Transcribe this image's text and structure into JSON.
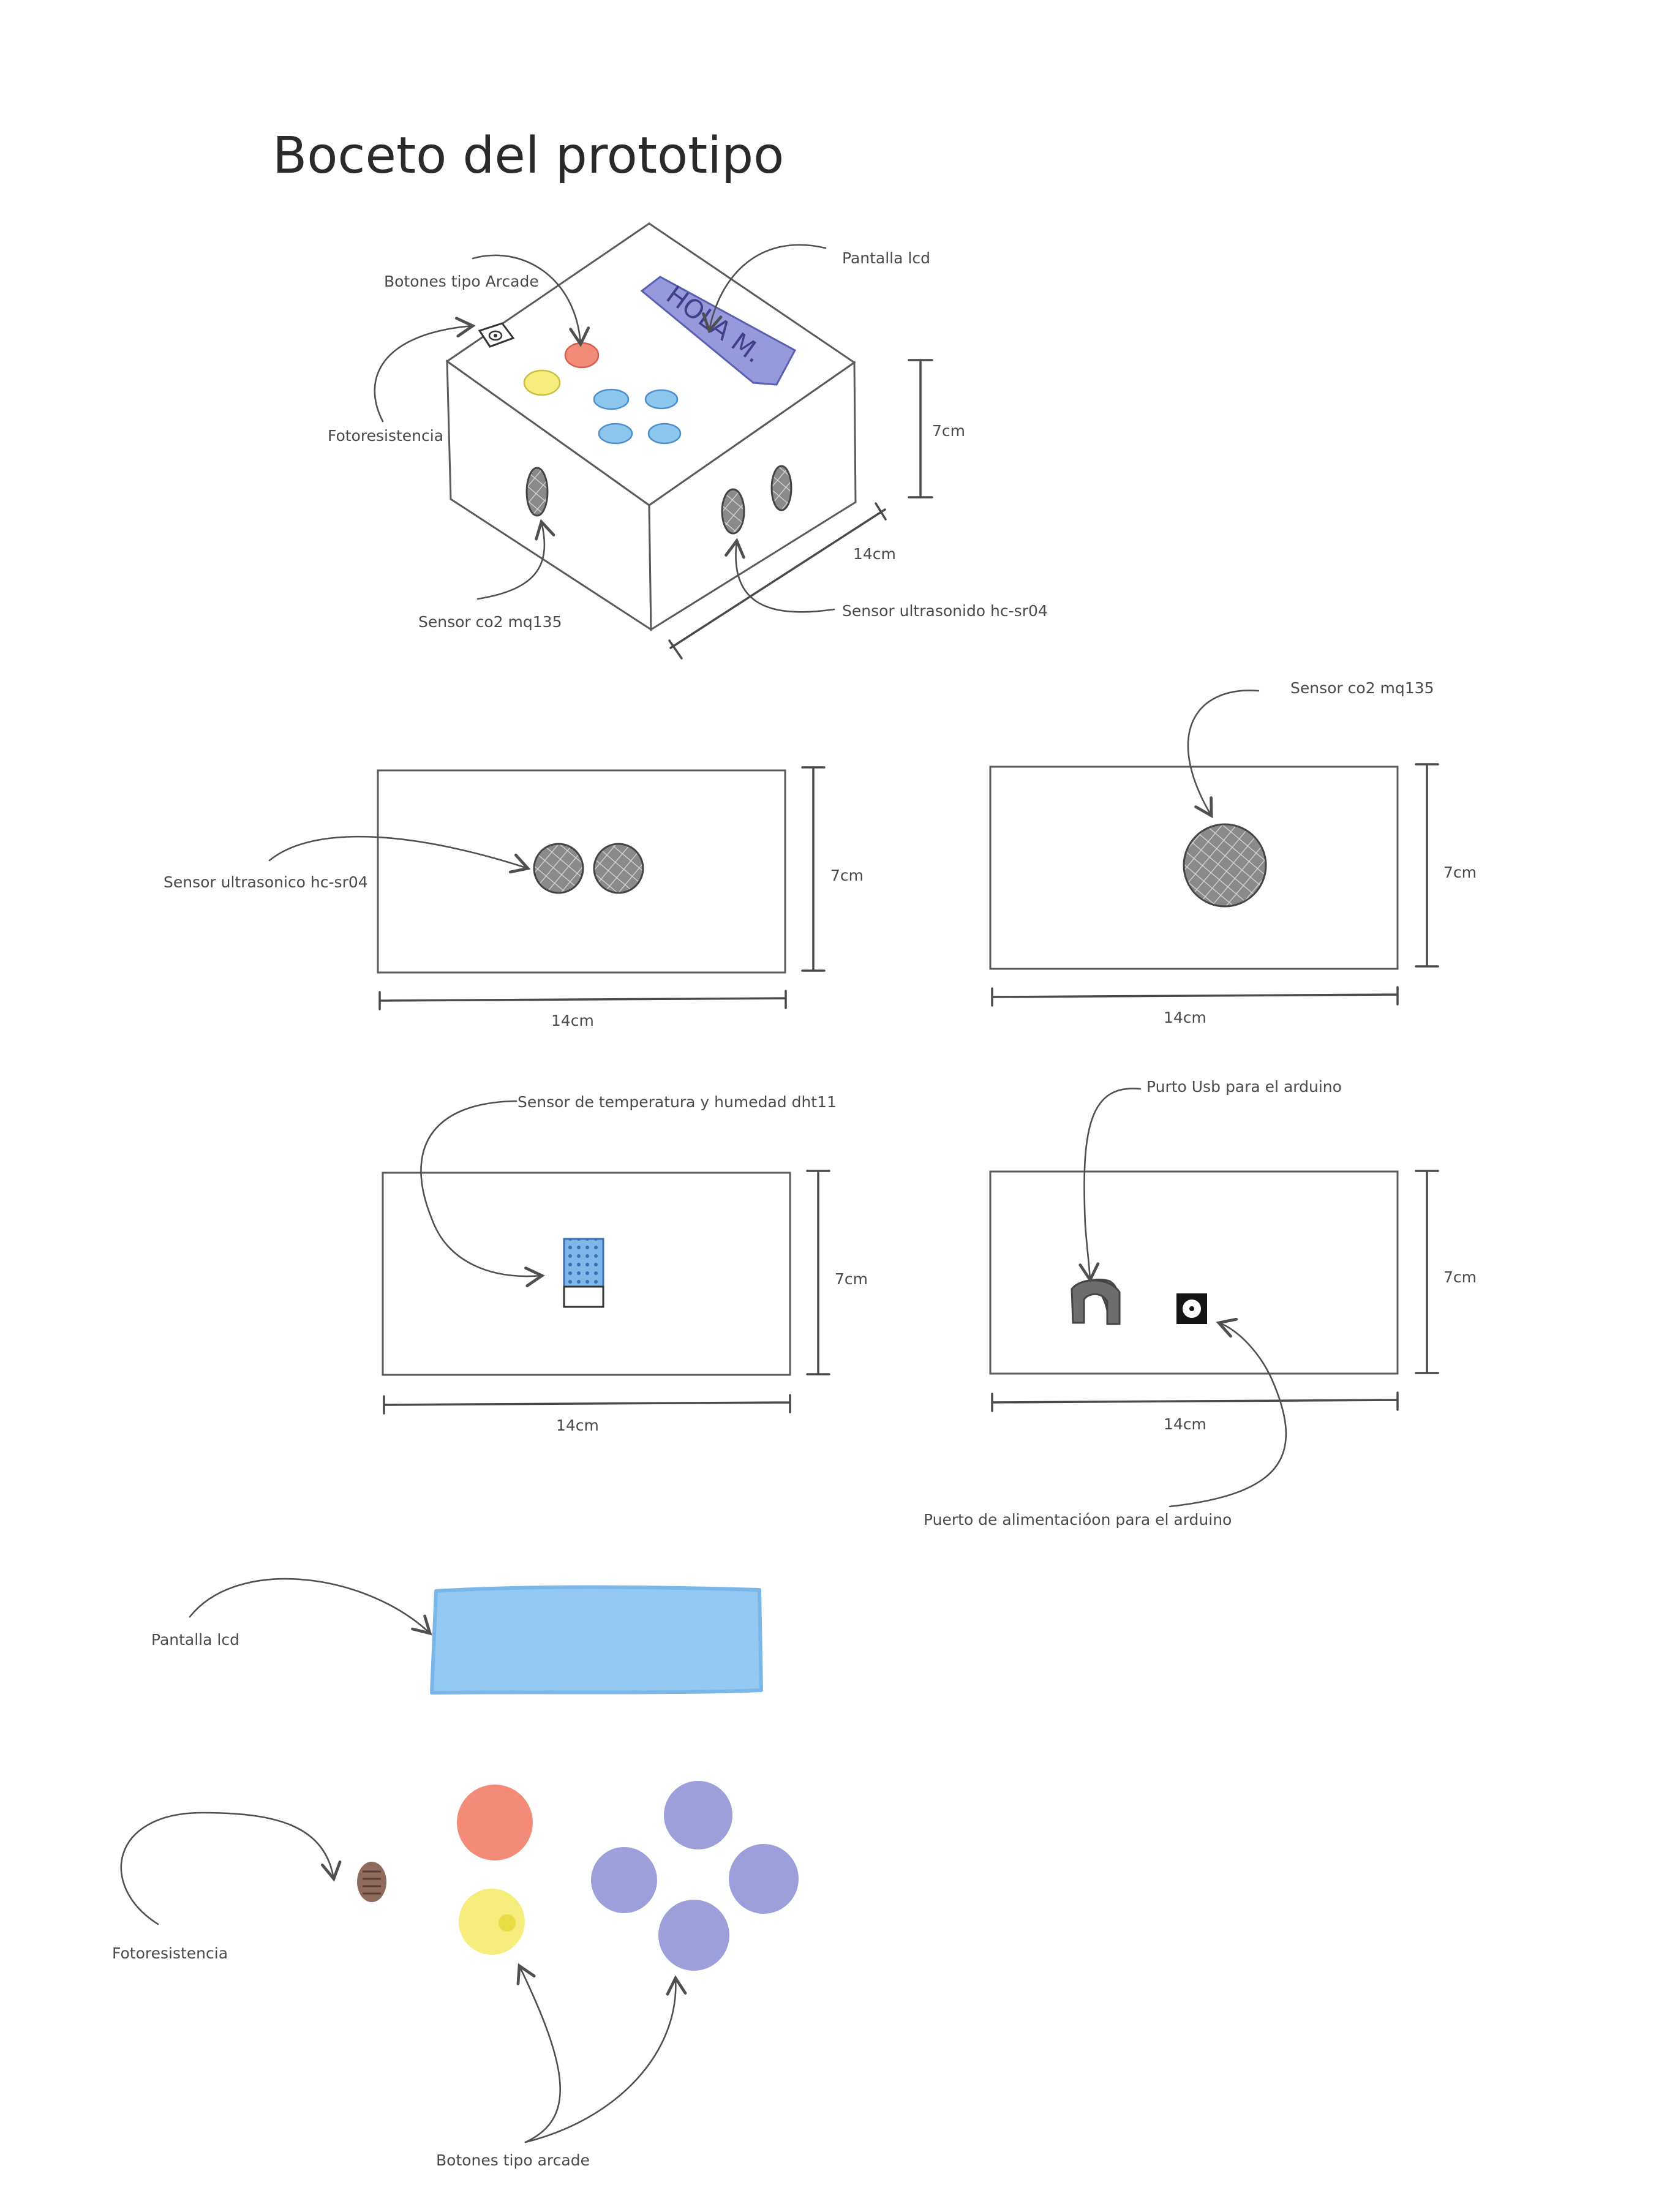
{
  "title": "Boceto del prototipo",
  "isometric": {
    "lcd_text": "HOLA M.",
    "labels": {
      "buttons": "Botones tipo Arcade",
      "lcd": "Pantalla lcd",
      "photoresistor": "Fotoresistencia",
      "height": "7cm",
      "length": "14cm",
      "co2": "Sensor co2 mq135",
      "ultrasonic": "Sensor ultrasonido hc-sr04"
    }
  },
  "views": {
    "front": {
      "label": "Sensor ultrasonico hc-sr04",
      "height": "7cm",
      "width": "14cm"
    },
    "side": {
      "label": "Sensor co2 mq135",
      "height": "7cm",
      "width": "14cm"
    },
    "temp": {
      "label": "Sensor de temperatura y humedad dht11",
      "height": "7cm",
      "width": "14cm"
    },
    "back": {
      "usb_label": "Purto Usb para el arduino",
      "power_label": "Puerto de alimentacióon para el arduino",
      "height": "7cm",
      "width": "14cm"
    }
  },
  "components": {
    "lcd": "Pantalla lcd",
    "photoresistor": "Fotoresistencia",
    "buttons": "Botones tipo arcade"
  },
  "colors": {
    "red_button": "#f28b78",
    "yellow_button": "#f6ee7c",
    "blue_button": "#8ec7ee",
    "purple_button": "#9c9fd9",
    "lcd_top": "#8b8fd8",
    "lcd_component": "#93c9f3",
    "photoresistor": "#8f6b5e"
  }
}
